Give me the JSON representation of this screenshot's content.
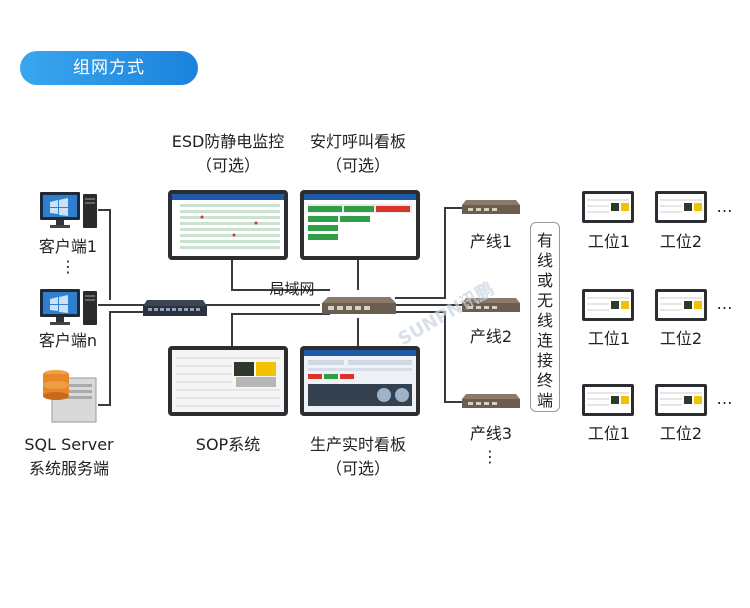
{
  "header": {
    "title": "组网方式"
  },
  "clients": {
    "client1": "客户端1",
    "clientn": "客户端n",
    "server_line1": "SQL  Server",
    "server_line2": "系统服务端",
    "vdots": "⋮"
  },
  "boards": {
    "esd_line1": "ESD防静电监控",
    "esd_line2": "（可选）",
    "alarm_line1": "安灯呼叫看板",
    "alarm_line2": "（可选）",
    "sop": "SOP系统",
    "prod_line1": "生产实时看板",
    "prod_line2": "（可选）"
  },
  "network": {
    "lan": "局域网"
  },
  "lines": {
    "line1": "产线1",
    "line2": "产线2",
    "line3": "产线3",
    "vdots": "⋮"
  },
  "terminal_box": {
    "chars": [
      "有",
      "线",
      "或",
      "无",
      "线",
      "连",
      "接",
      "终",
      "端"
    ]
  },
  "stations": {
    "s1": "工位1",
    "s2": "工位2",
    "more": "…"
  },
  "watermark": "SUNPN讯鹏",
  "colors": {
    "accent": "#1a82dc",
    "line": "#3a3a3a",
    "router": "#7a6a5a"
  }
}
